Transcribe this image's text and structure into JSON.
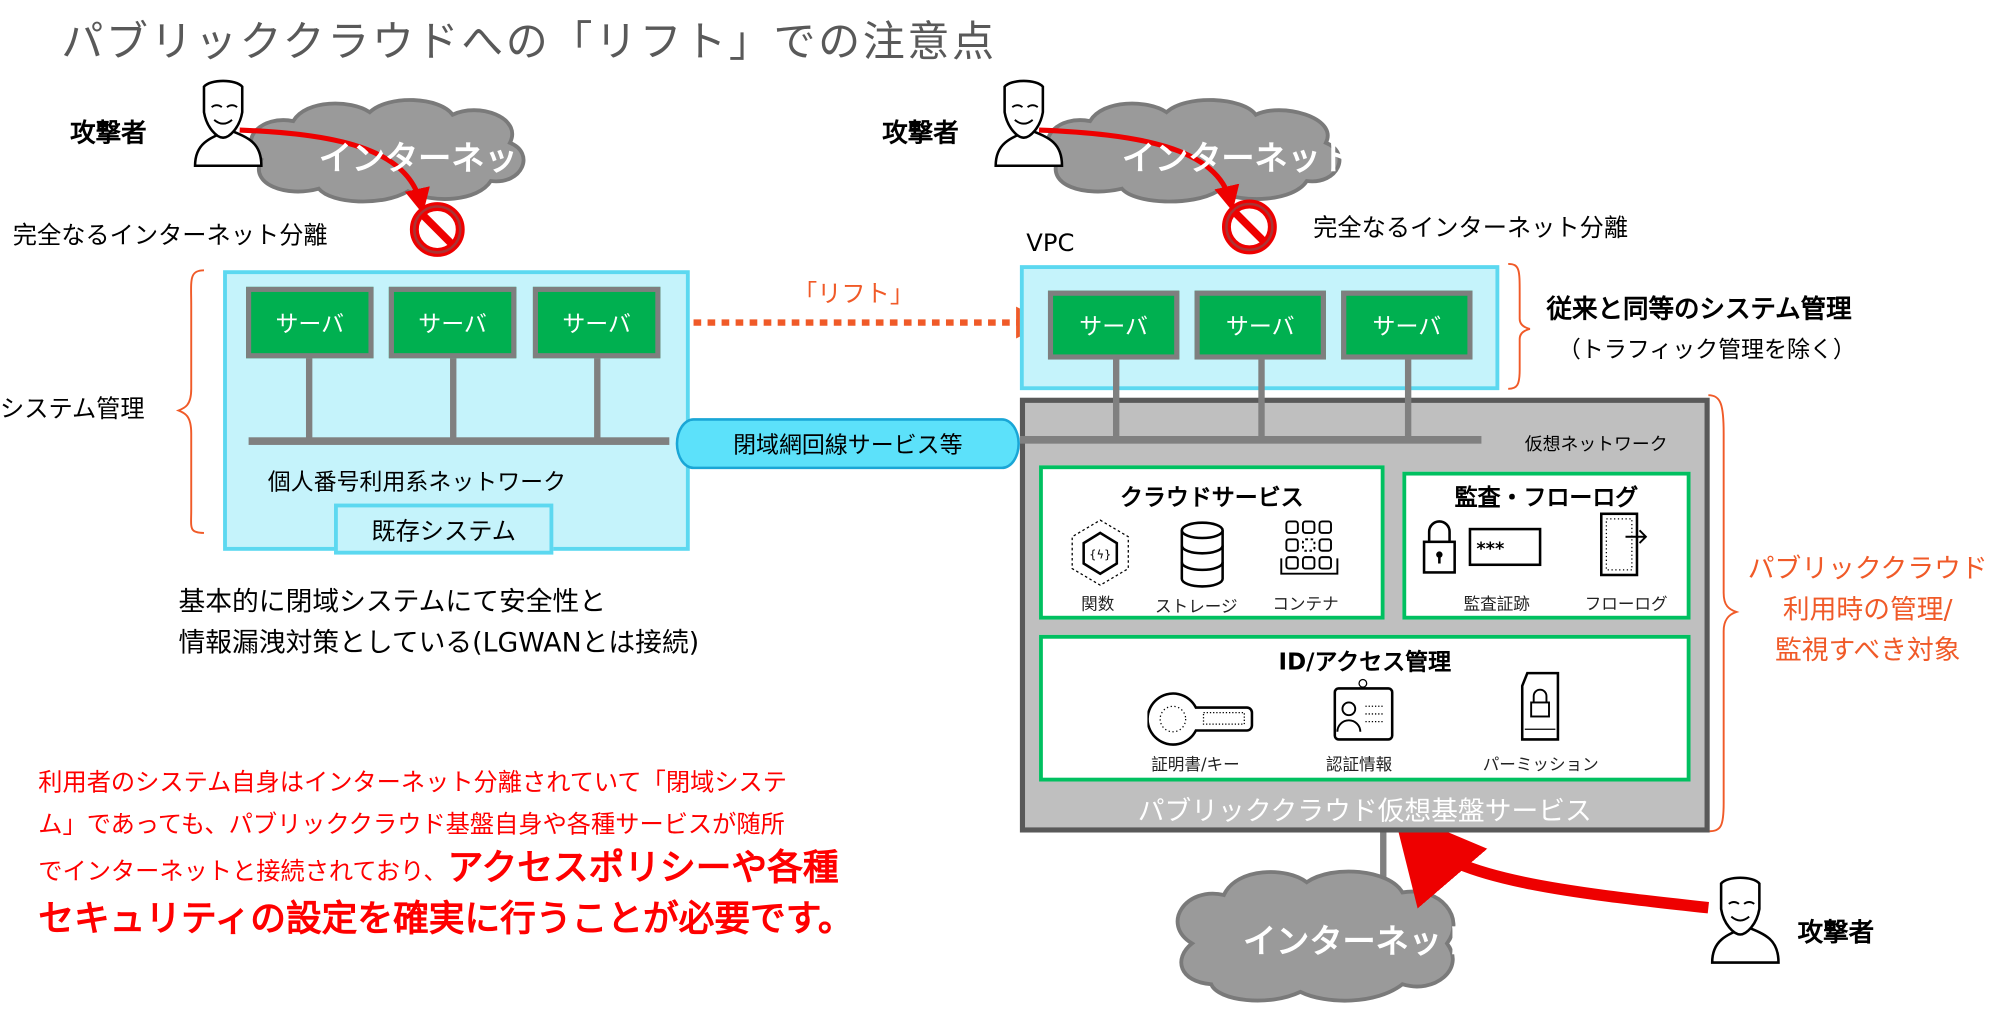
{
  "title": "パブリッククラウドへの「リフト」での注意点",
  "colors": {
    "server": "#00b050",
    "cyan": "#c5f3fb",
    "accent_orange": "#f05a28",
    "warning_red": "#ff0000",
    "platform_gray": "#bfbfbf"
  },
  "left": {
    "attacker": "攻撃者",
    "internet": "インターネット",
    "isolation": "完全なるインターネット分離",
    "system_mgmt": "システム管理",
    "servers": [
      "サーバ",
      "サーバ",
      "サーバ"
    ],
    "network": "個人番号利用系ネットワーク",
    "existing_system": "既存システム",
    "note_lines": [
      "基本的に閉域システムにて安全性と",
      "情報漏洩対策としている(LGWANとは接続)"
    ]
  },
  "lift_label": "「リフト」",
  "closed_line": "閉域網回線サービス等",
  "right": {
    "attacker": "攻撃者",
    "internet": "インターネット",
    "isolation": "完全なるインターネット分離",
    "vpc": "VPC",
    "servers": [
      "サーバ",
      "サーバ",
      "サーバ"
    ],
    "same_mgmt": "従来と同等のシステム管理",
    "same_mgmt_note": "（トラフィック管理を除く）",
    "virtual_network": "仮想ネットワーク",
    "cloud_services": {
      "title": "クラウドサービス",
      "items": [
        "関数",
        "ストレージ",
        "コンテナ"
      ]
    },
    "audit": {
      "title": "監査・フローログ",
      "items": [
        "監査証跡",
        "フローログ"
      ],
      "password_mask": "***"
    },
    "iam": {
      "title": "ID/アクセス管理",
      "items": [
        "証明書/キー",
        "認証情報",
        "パーミッション"
      ]
    },
    "platform": "パブリッククラウド仮想基盤サービス",
    "scope_lines": [
      "パブリッククラウド",
      "利用時の管理/",
      "監視すべき対象"
    ],
    "bottom_internet": "インターネット",
    "bottom_attacker": "攻撃者"
  },
  "warning": {
    "line1": "利用者のシステム自身はインターネット分離されていて「閉域システ",
    "line2": "ム」であっても、パブリッククラウド基盤自身や各種サービスが随所",
    "line3": "でインターネットと接続されており、",
    "line3_emph": "アクセスポリシーや各種",
    "line4_emph": "セキュリティの設定を確実に行うことが必要です。"
  }
}
